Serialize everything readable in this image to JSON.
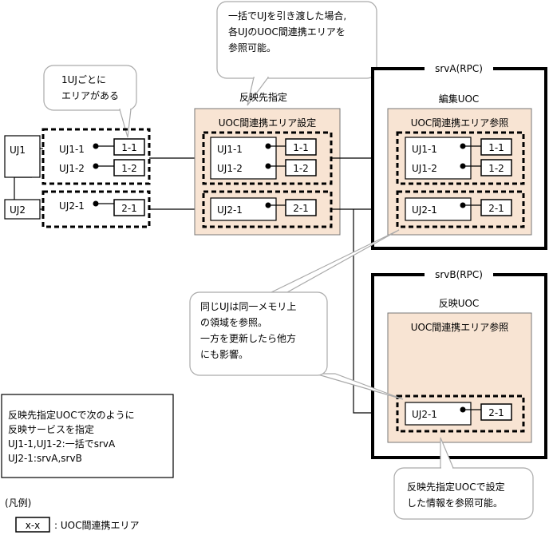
{
  "callout_top": [
    "一括でUJを引き渡した場合,",
    "各UJのUOC間連携エリアを",
    "参照可能。"
  ],
  "callout_area": [
    "1UJごとに",
    "エリアがある"
  ],
  "callout_memory": [
    "同じUJは同一メモリ上",
    "の領域を参照。",
    "一方を更新したら他方",
    "にも影響。"
  ],
  "callout_bottom": [
    "反映先指定UOCで設定",
    "した情報を参照可能。"
  ],
  "note_box": [
    "反映先指定UOCで次のように",
    "反映サービスを指定",
    "UJ1-1,UJ1-2:一括でsrvA",
    "UJ2-1:srvA,srvB"
  ],
  "legend": {
    "title": "(凡例)",
    "sample": "x-x",
    "desc": ": UOC間連携エリア"
  },
  "left": {
    "uj1": "UJ1",
    "uj2": "UJ2",
    "uj1_1": "UJ1-1",
    "uj1_2": "UJ1-2",
    "uj2_1": "UJ2-1",
    "a11": "1-1",
    "a12": "1-2",
    "a21": "2-1"
  },
  "middle": {
    "title": "反映先指定",
    "box_title": "UOC間連携エリア設定",
    "uj1_1": "UJ1-1",
    "uj1_2": "UJ1-2",
    "uj2_1": "UJ2-1",
    "a11": "1-1",
    "a12": "1-2",
    "a21": "2-1"
  },
  "srvA": {
    "label": "srvA(RPC)",
    "title": "編集UOC",
    "box_title": "UOC間連携エリア参照",
    "uj1_1": "UJ1-1",
    "uj1_2": "UJ1-2",
    "uj2_1": "UJ2-1",
    "a11": "1-1",
    "a12": "1-2",
    "a21": "2-1"
  },
  "srvB": {
    "label": "srvB(RPC)",
    "title": "反映UOC",
    "box_title": "UOC間連携エリア参照",
    "uj2_1": "UJ2-1",
    "a21": "2-1"
  },
  "colors": {
    "panel": "#f8e4d3",
    "line": "#000000"
  }
}
